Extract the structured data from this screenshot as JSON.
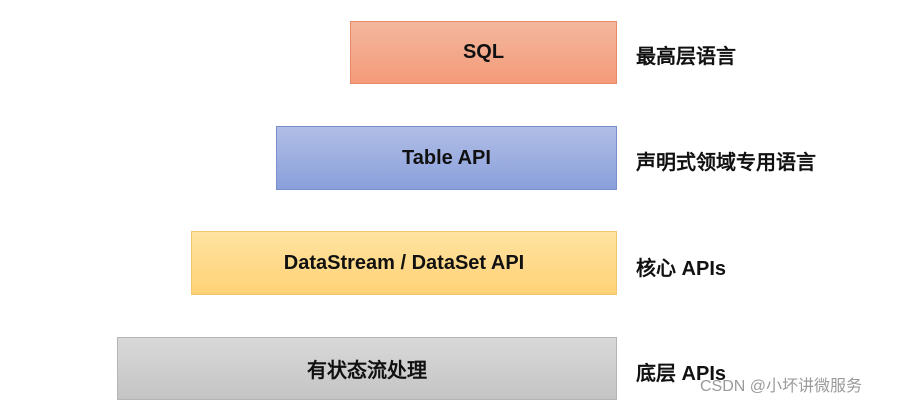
{
  "layers": [
    {
      "label": "SQL",
      "description": "最高层语言",
      "color": "#f4a683"
    },
    {
      "label": "Table API",
      "description": "声明式领域专用语言",
      "color": "#95a9de"
    },
    {
      "label": "DataStream / DataSet API",
      "description": "核心 APIs",
      "color": "#ffd77f"
    },
    {
      "label": "有状态流处理",
      "description": "底层 APIs",
      "color": "#c9c9c9"
    }
  ],
  "watermark": "CSDN @小坏讲微服务"
}
